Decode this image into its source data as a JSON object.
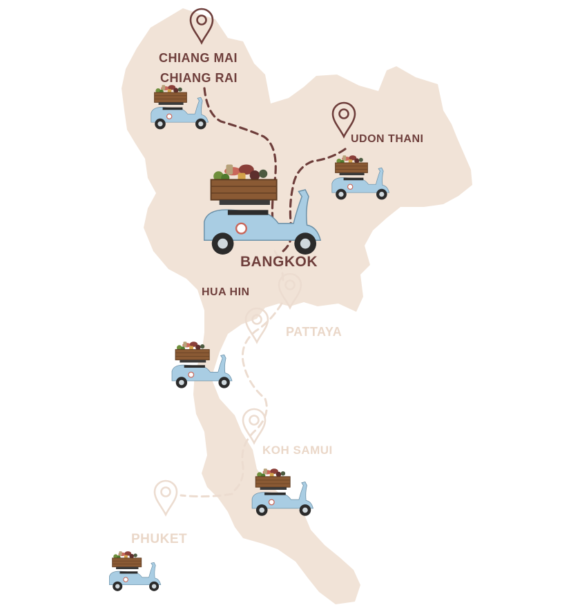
{
  "colors": {
    "land": "#f1e3d7",
    "route": "#6e3e3b",
    "route_faded": "#ecdcd0",
    "label": "#6e3e3b",
    "label_faded": "#ead7c8",
    "scooter_body": "#a9cde3",
    "crate": "#8a5a34"
  },
  "cities": [
    {
      "id": "chiang-mai",
      "label": "CHIANG MAI",
      "faded": false
    },
    {
      "id": "chiang-rai",
      "label": "CHIANG RAI",
      "faded": false
    },
    {
      "id": "udon-thani",
      "label": "UDON THANI",
      "faded": false
    },
    {
      "id": "bangkok",
      "label": "BANGKOK",
      "faded": false
    },
    {
      "id": "hua-hin",
      "label": "HUA HIN",
      "faded": false
    },
    {
      "id": "pattaya",
      "label": "PATTAYA",
      "faded": true
    },
    {
      "id": "koh-samui",
      "label": "KOH SAMUI",
      "faded": true
    },
    {
      "id": "phuket",
      "label": "PHUKET",
      "faded": true
    }
  ],
  "pin_icon": "map-pin-icon",
  "scooter_icon": "delivery-scooter-icon"
}
